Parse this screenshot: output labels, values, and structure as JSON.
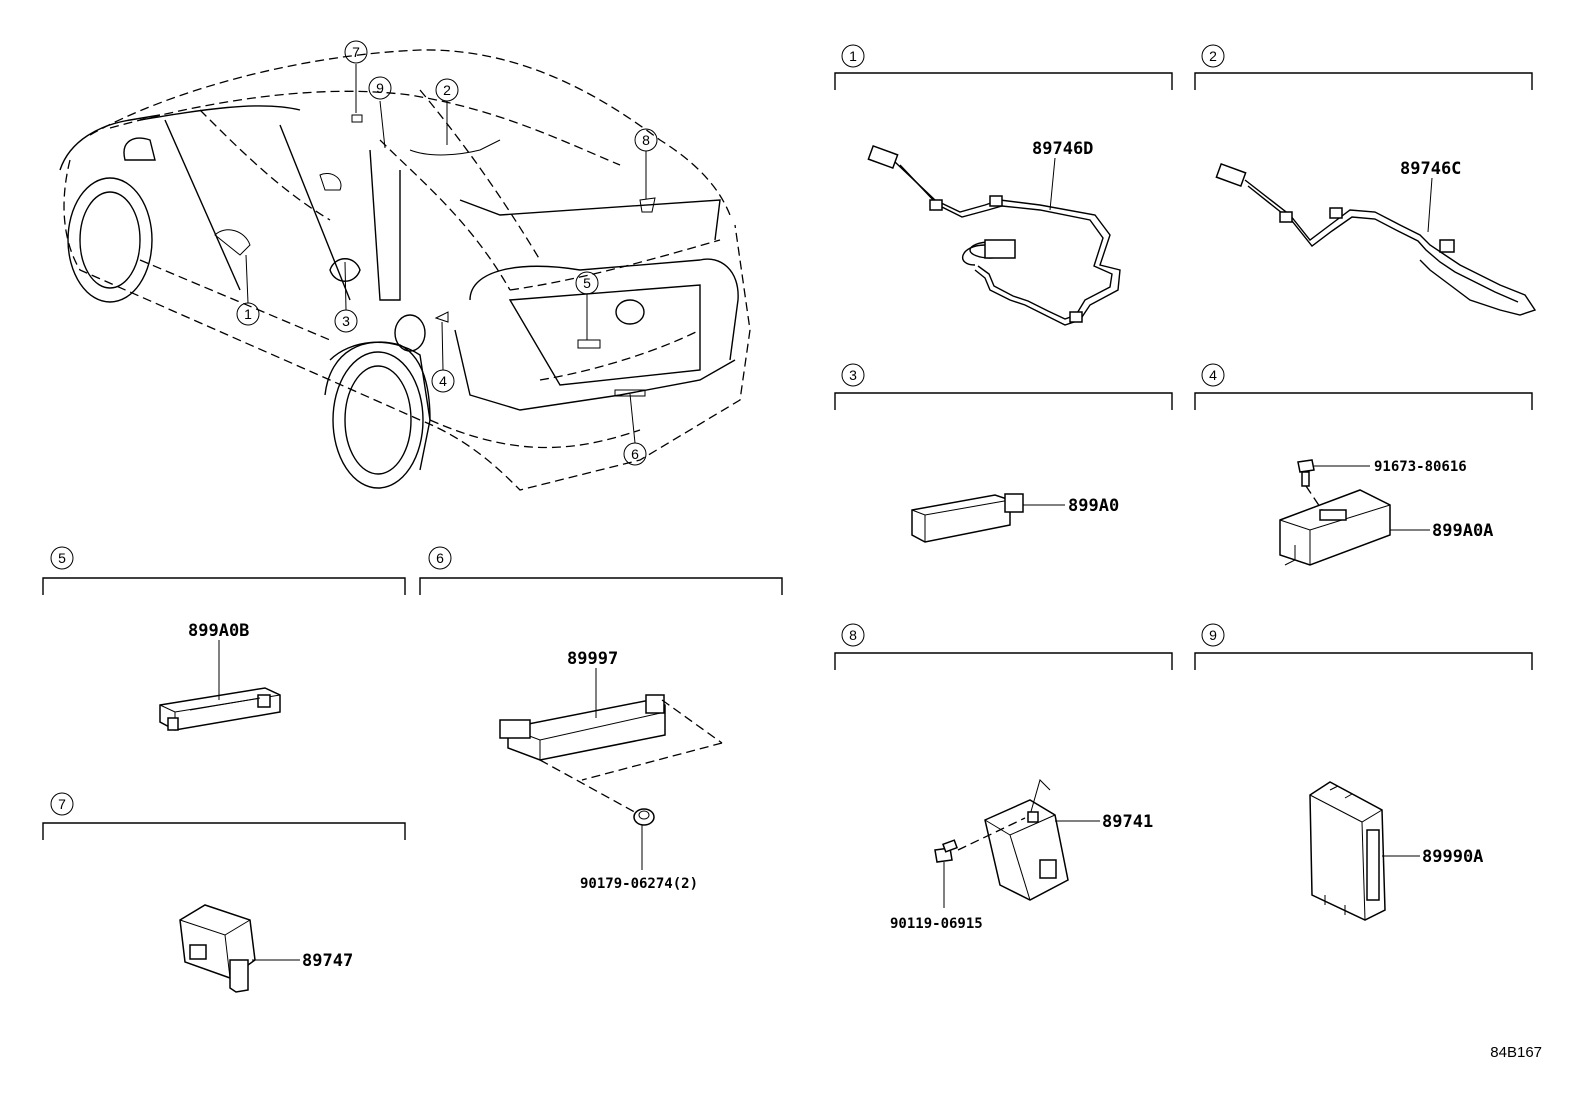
{
  "diagram_code": "84B167",
  "callouts": [
    "1",
    "2",
    "3",
    "4",
    "5",
    "6",
    "7",
    "8",
    "9"
  ],
  "sections": [
    {
      "id": "1",
      "parts": [
        {
          "number": "89746D"
        }
      ]
    },
    {
      "id": "2",
      "parts": [
        {
          "number": "89746C"
        }
      ]
    },
    {
      "id": "3",
      "parts": [
        {
          "number": "899A0"
        }
      ]
    },
    {
      "id": "4",
      "parts": [
        {
          "number": "91673-80616"
        },
        {
          "number": "899A0A"
        }
      ]
    },
    {
      "id": "5",
      "parts": [
        {
          "number": "899A0B"
        }
      ]
    },
    {
      "id": "6",
      "parts": [
        {
          "number": "89997"
        },
        {
          "number": "90179-06274(2)"
        }
      ]
    },
    {
      "id": "7",
      "parts": [
        {
          "number": "89747"
        }
      ]
    },
    {
      "id": "8",
      "parts": [
        {
          "number": "89741"
        },
        {
          "number": "90119-06915"
        }
      ]
    },
    {
      "id": "9",
      "parts": [
        {
          "number": "89990A"
        }
      ]
    }
  ]
}
